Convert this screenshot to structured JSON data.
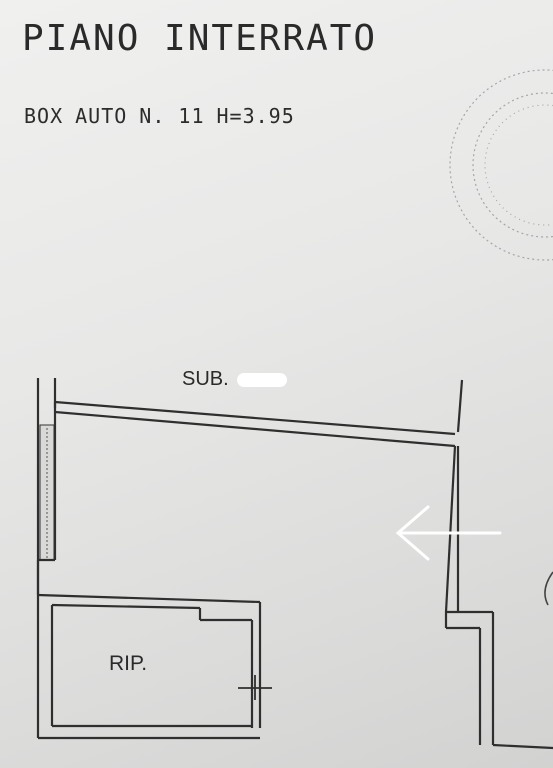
{
  "header": {
    "title": "PIANO INTERRATO",
    "subtitle_parts": [
      "BOX",
      "AUTO",
      "N. 11",
      "H=3.95"
    ]
  },
  "plan": {
    "sub_label": "SUB.",
    "room_label": "RIP."
  },
  "colors": {
    "paper": "#ececeb",
    "ink": "#2a2a2a",
    "arrow": "#ffffff"
  }
}
